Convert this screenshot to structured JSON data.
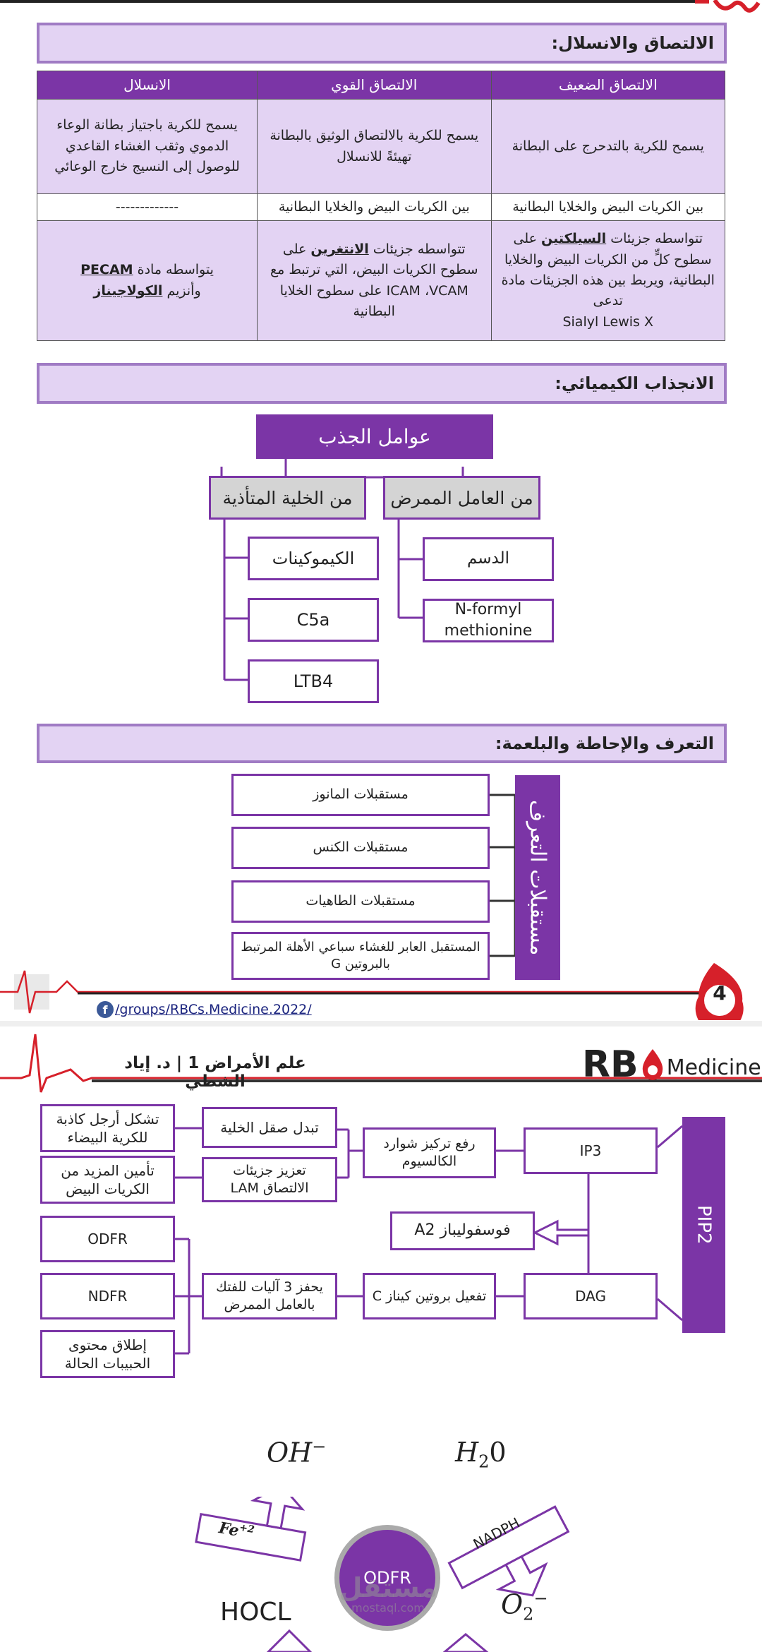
{
  "colors": {
    "accent": "#7b35a6",
    "lavender": "#e3d3f3",
    "brand_red": "#d6202a",
    "gray_box": "#d4d4d4"
  },
  "adhesion": {
    "title": "الالتصاق والانسلال:",
    "columns": [
      "الالتصاق الضعيف",
      "الالتصاق القوي",
      "الانسلال"
    ],
    "row1": [
      "يسمح للكرية بالتدحرج على البطانة",
      "يسمح للكرية بالالتصاق الوثيق بالبطانة تهيئةً للانسلال",
      "يسمح للكرية باجتياز بطانة الوعاء الدموي وثقب الغشاء القاعدي للوصول إلى النسيج خارج الوعائي"
    ],
    "row2": [
      "بين الكريات البيض والخلايا البطانية",
      "بين الكريات البيض والخلايا البطانية",
      "-------------"
    ],
    "row3": {
      "weak": {
        "pre": "تتواسطه جزيئات ",
        "bold": "السيلكتين",
        "post": " على سطوح كلٍّ من الكريات البيض والخلايا البطانية، ويربط بين هذه الجزيئات مادة تدعى",
        "latin": "Sialyl Lewis X"
      },
      "strong": {
        "pre": "تتواسطه جزيئات ",
        "bold": "الانتغرين",
        "post": " على سطوح الكريات البيض، التي ترتبط مع ICAM ،VCAM على سطوح الخلايا البطانية"
      },
      "migration": {
        "pre": "يتواسطه مادة ",
        "bold1": "PECAM",
        "mid": "وأنزيم ",
        "bold2": "الكولاجيناز"
      }
    }
  },
  "chemotaxis": {
    "title": "الانجذاب الكيميائي:",
    "root": "عوامل الجذب",
    "branch_pathogen": "من العامل الممرض",
    "branch_host": "من الخلية المتأذية",
    "pathogen_items": [
      "الدسم",
      "N-formyl methionine"
    ],
    "host_items": [
      "الكيموكينات",
      "C5a",
      "LTB4"
    ]
  },
  "recognition": {
    "title": "التعرف والإحاطة والبلعمة:",
    "side_label": "مستقبلات التعرف",
    "receptors": [
      "مستقبلات المانوز",
      "مستقبلات الكنس",
      "مستقبلات الطاهيات",
      "المستقبل العابر للغشاء سباعي الأهلة المرتبط بالبروتين G"
    ]
  },
  "footer": {
    "page_number": "4",
    "facebook_icon_char": "f",
    "link": "/groups/RBCs.Medicine.2022/"
  },
  "page2": {
    "header_title": "علم الأمراض 1 | د. إياد الشطي",
    "logo_rb": "RB",
    "logo_medicine": "Medicine",
    "flow": {
      "pip2": "PIP2",
      "ip3": "IP3",
      "dag": "DAG",
      "calcium": "رفع تركيز شوارد الكالسيوم",
      "phospholipase": "فوسفوليباز A2",
      "pkc": "تفعيل بروتين كيناز C",
      "cell_polish": "تبدل صقل الخلية",
      "pseudopod": "تشكل أرجل كاذبة للكرية البيضاء",
      "adhesion_boost": "تعزيز جزيئات الالتصاق LAM",
      "more_wbc": "تأمين المزيد من الكريات البيض",
      "kill_mech": "يحفز 3 آليات للفتك بالعامل الممرض",
      "odfr": "ODFR",
      "ndfr": "NDFR",
      "granules": "إطلاق محتوى الحبيبات الحالة"
    },
    "cycle": {
      "center": "ODFR",
      "oh": "OH",
      "oh_sup": "−",
      "h2o_main": "H",
      "h2o_sub": "2",
      "h2o_end": "0",
      "hocl": "HOCL",
      "o2_main": "O",
      "o2_sub": "2",
      "o2_sup": "−",
      "fe_main": "Fe",
      "fe_sup": "+2",
      "nadph": "NADPH"
    },
    "watermark": "مستقل",
    "watermark_sub": "mostaql.com"
  }
}
